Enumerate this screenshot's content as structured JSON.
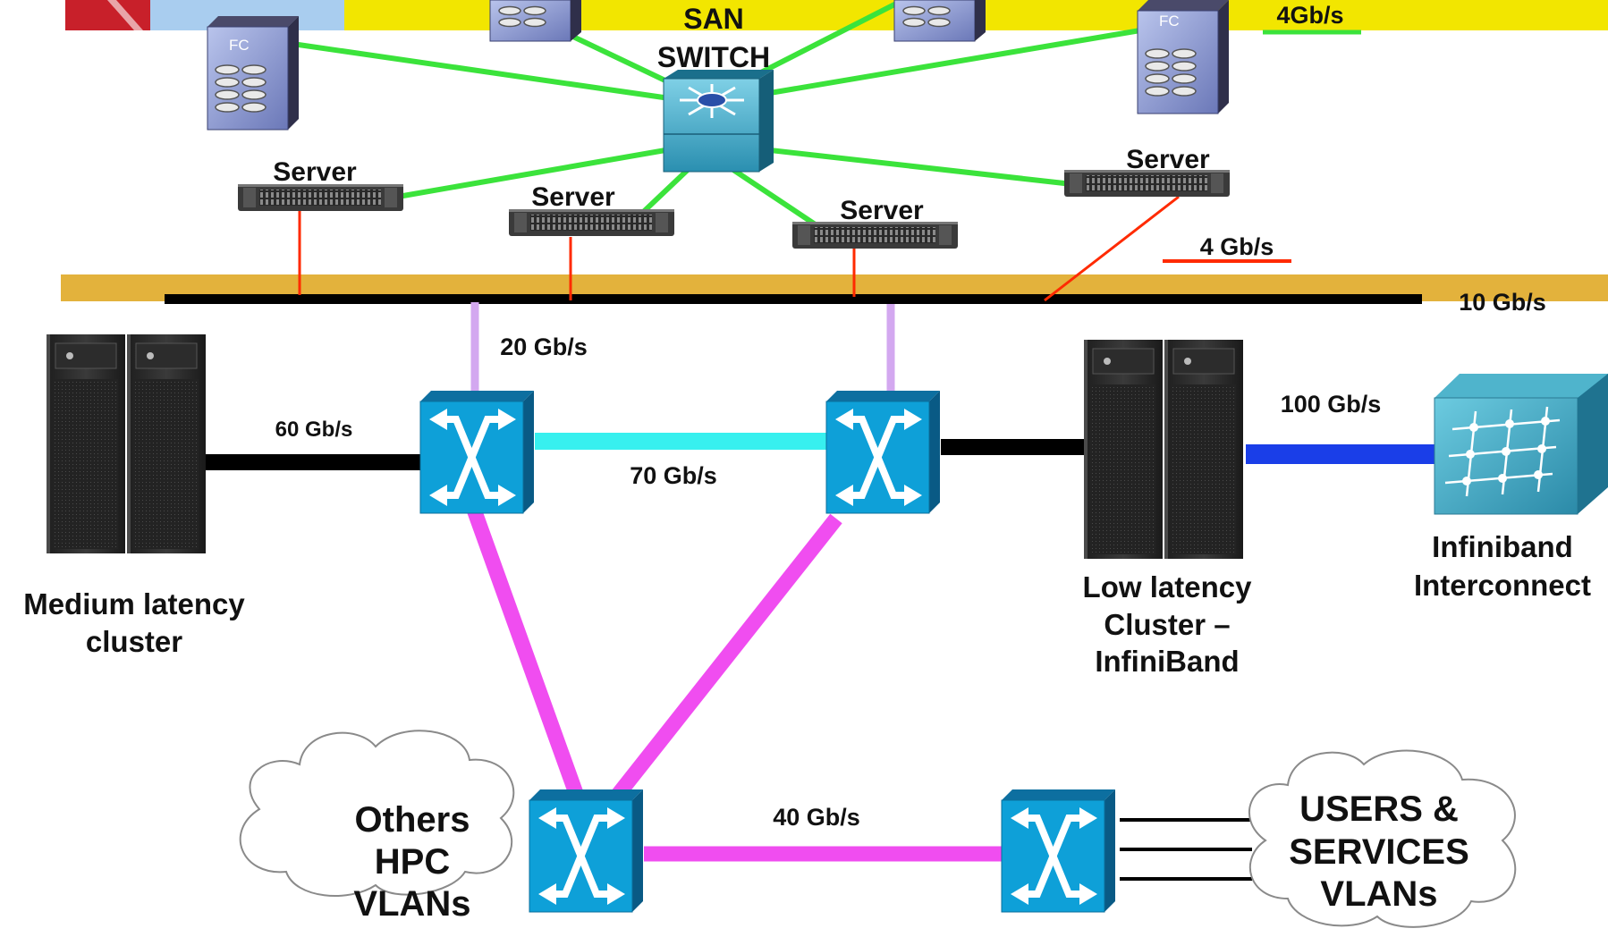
{
  "san": {
    "title_line1": "SAN",
    "title_line2": "SWITCH",
    "speed_label": "4Gb/s",
    "storage_tag": "FC"
  },
  "servers": {
    "label": "Server"
  },
  "lan": {
    "server_link_label": "4 Gb/s",
    "bus_label": "10 Gb/s",
    "uplink_label": "20 Gb/s",
    "switch_link_label": "70 Gb/s",
    "medium_link_label": "60 Gb/s",
    "infiniband_link_label": "100 Gb/s",
    "bottom_link_label": "40 Gb/s"
  },
  "clusters": {
    "medium_line1": "Medium latency",
    "medium_line2": "cluster",
    "low_line1": "Low latency",
    "low_line2": "Cluster –",
    "low_line3": "InfiniBand"
  },
  "infiniband": {
    "line1": "Infiniband",
    "line2": "Interconnect"
  },
  "clouds": {
    "left_line1": "Others",
    "left_line2": "HPC",
    "left_line3": "VLANs",
    "right_line1": "USERS &",
    "right_line2": "SERVICES",
    "right_line3": "VLANs"
  },
  "colors": {
    "san_band": "#f2e600",
    "san_link": "#3be33b",
    "lan_band": "#e3b23c",
    "server_link": "#ff2a00",
    "bus": "#000000",
    "uplink": "#d3a8f0",
    "switch_link": "#37f0ef",
    "mesh_link": "#f04df0",
    "infiniband_link": "#1a3ee8",
    "switch_fill": "#0ea0d8"
  },
  "icons": [
    "fc-storage-icon",
    "san-switch-icon",
    "rack-server-icon",
    "cluster-cabinet-icon",
    "lan-switch-icon",
    "infiniband-switch-icon",
    "cloud-icon"
  ]
}
